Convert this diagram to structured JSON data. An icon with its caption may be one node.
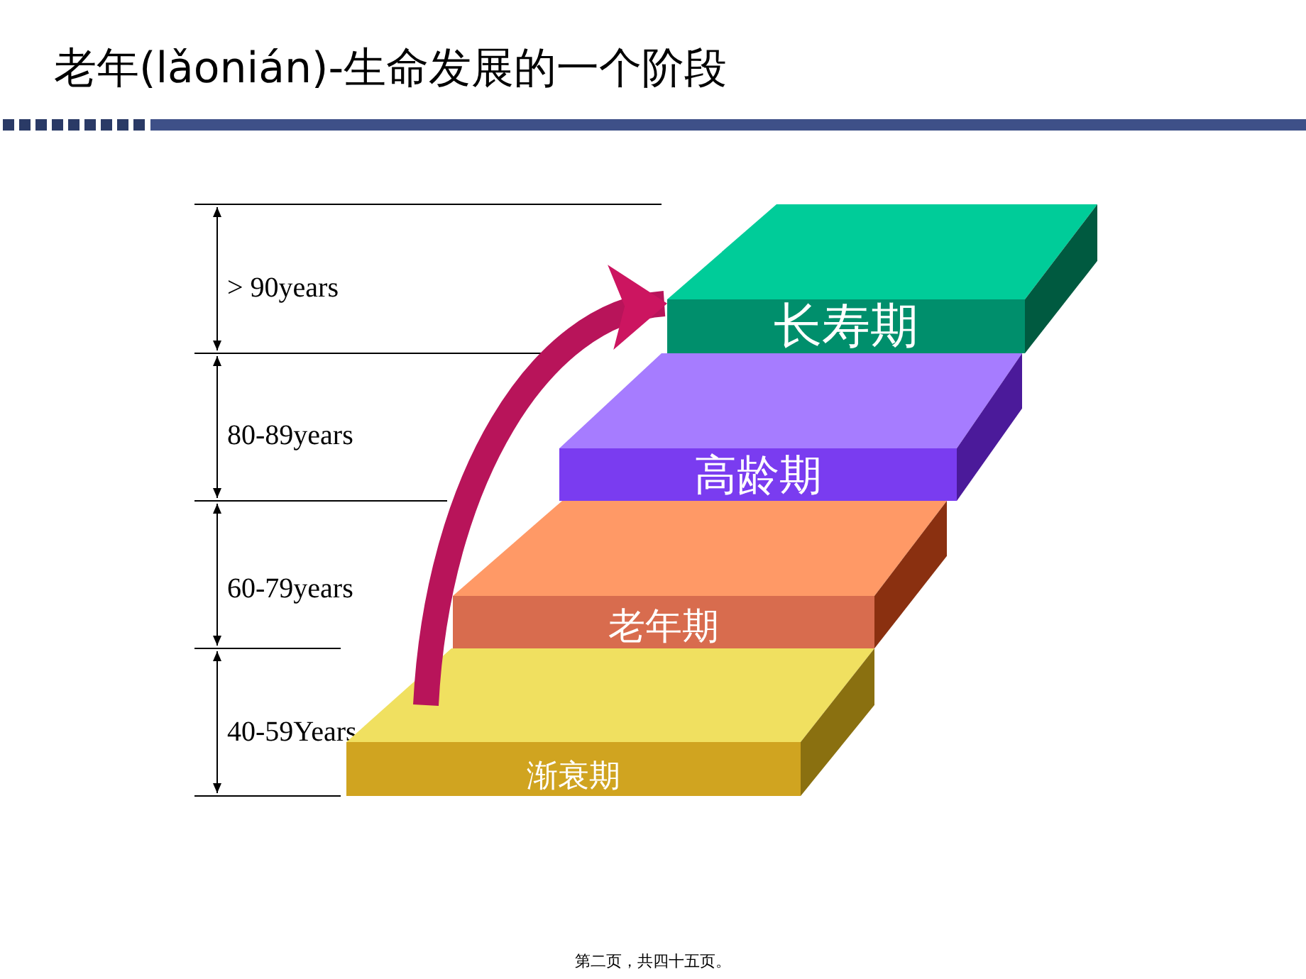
{
  "diagram": {
    "title": "老年(lǎonián)-生命发展的一个阶段",
    "nodes": [
      {
        "text": [
          "长寿期"
        ]
      },
      {
        "text": [
          "高龄期"
        ]
      },
      {
        "text": [
          "老年期"
        ]
      },
      {
        "text": [
          "渐衰期"
        ]
      }
    ],
    "edges": [
      {
        "from": 3,
        "to": 0,
        "arrow": "to"
      }
    ],
    "labels": [
      "> 90years",
      "80-89years",
      "60-79years",
      "40-59Years",
      "第二页，共四十五页。"
    ]
  }
}
